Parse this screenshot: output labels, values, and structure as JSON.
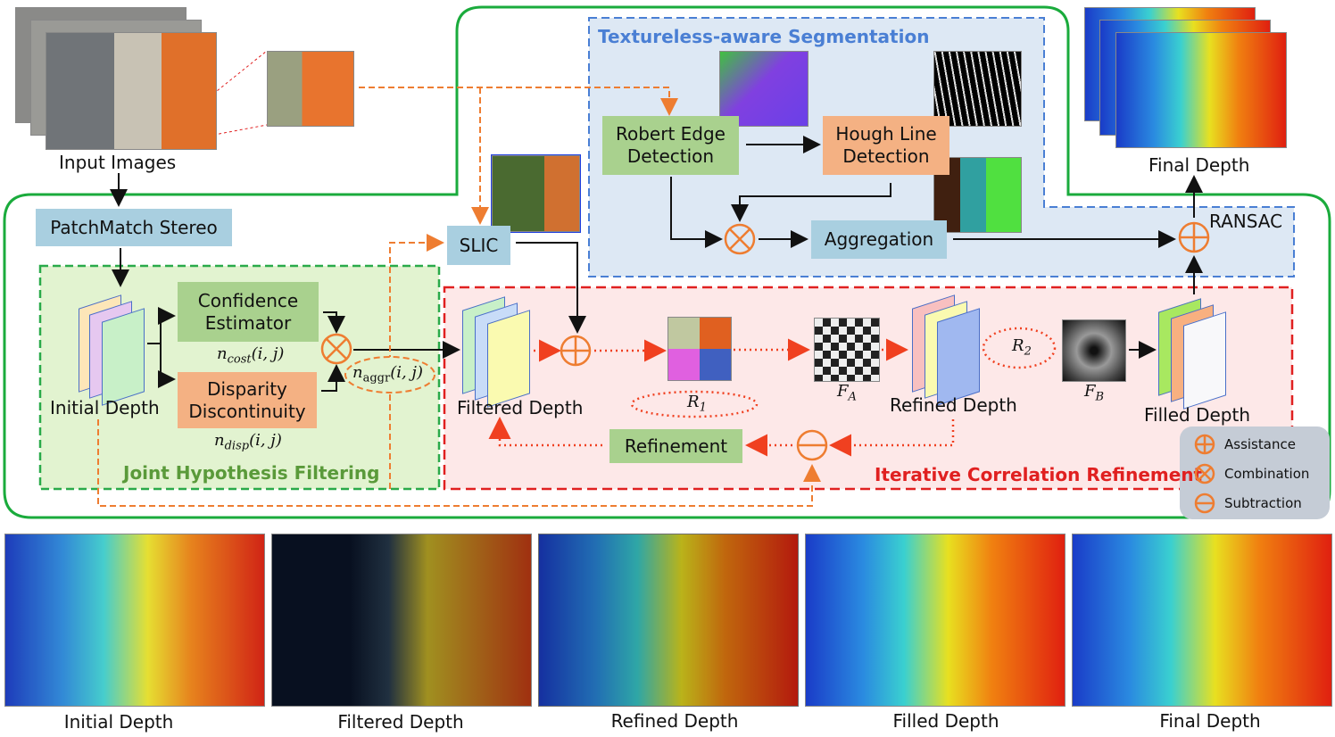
{
  "colors": {
    "outer_outline": "#1aab3c",
    "segmentation": "#4a7fd4",
    "filtering": "#2aaa4a",
    "refinement": "#e02020",
    "operator": "#ee7d31",
    "flow_dashed": "#ee7d31"
  },
  "inputs": {
    "input_images": "Input Images",
    "final_depth": "Final Depth"
  },
  "boxes": {
    "patchmatch": "PatchMatch Stereo",
    "confidence": "Confidence Estimator",
    "disparity": "Disparity Discontinuity",
    "slic": "SLIC",
    "robert": "Robert Edge Detection",
    "hough": "Hough Line Detection",
    "aggregation": "Aggregation",
    "refinement": "Refinement",
    "ransac": "RANSAC"
  },
  "regions": {
    "segmentation": "Textureless-aware Segmentation",
    "filtering": "Joint Hypothesis Filtering",
    "refinement": "Iterative Correlation Refinement"
  },
  "stacks": {
    "initial": "Initial Depth",
    "filtered": "Filtered Depth",
    "refined": "Refined Depth",
    "filled": "Filled Depth"
  },
  "math": {
    "n_cost": {
      "base": "n",
      "sub": "cost",
      "args": "(i, j)"
    },
    "n_disp": {
      "base": "n",
      "sub": "disp",
      "args": "(i, j)"
    },
    "n_aggr": {
      "base": "n",
      "sub": "aggr",
      "args": "(i, j)"
    },
    "R1": {
      "base": "R",
      "sub": "1"
    },
    "R2": {
      "base": "R",
      "sub": "2"
    },
    "FA": {
      "base": "F",
      "sub": "A"
    },
    "FB": {
      "base": "F",
      "sub": "B"
    }
  },
  "legend": [
    {
      "icon": "circle-plus",
      "label": "Assistance"
    },
    {
      "icon": "circle-times",
      "label": "Combination"
    },
    {
      "icon": "circle-minus",
      "label": "Subtraction"
    }
  ],
  "bottom_row": [
    "Initial Depth",
    "Filtered Depth",
    "Refined Depth",
    "Filled Depth",
    "Final Depth"
  ]
}
